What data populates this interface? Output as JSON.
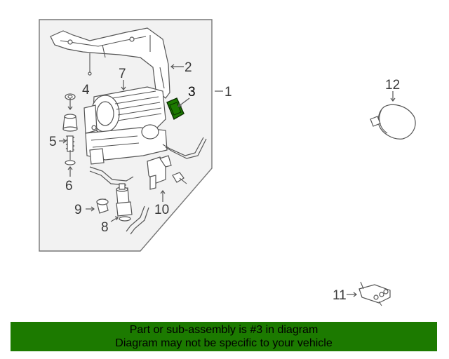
{
  "callouts": {
    "c1": "1",
    "c2": "2",
    "c3": "3",
    "c4": "4",
    "c5": "5",
    "c6": "6",
    "c7": "7",
    "c8": "8",
    "c9": "9",
    "c10": "10",
    "c11": "11",
    "c12": "12"
  },
  "highlight": {
    "part": "3",
    "color": "#1c7a00"
  },
  "banner": {
    "line1": "Part or sub-assembly is #3 in diagram",
    "line2": "Diagram may not be specific to your vehicle",
    "background": "#1c7a00"
  }
}
